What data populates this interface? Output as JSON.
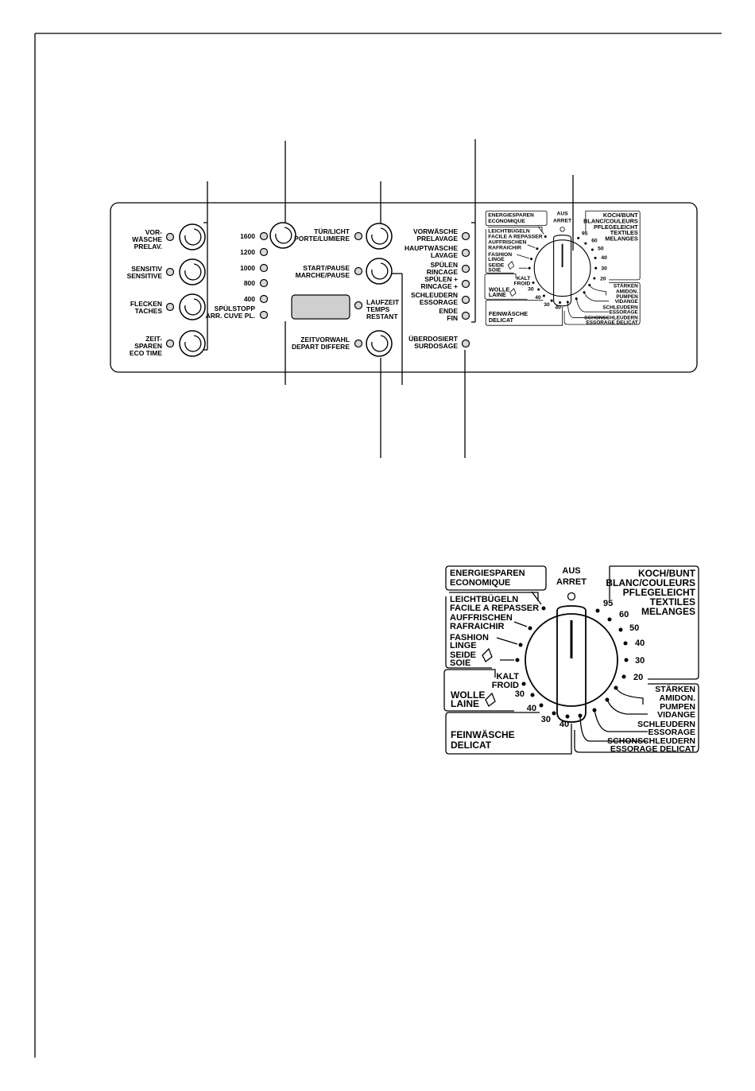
{
  "panel": {
    "left_buttons": [
      {
        "lines": [
          "VOR-",
          "WÄSCHE",
          "PRELAV."
        ]
      },
      {
        "lines": [
          "SENSITIV",
          "SENSITIVE"
        ]
      },
      {
        "lines": [
          "FLECKEN",
          "TACHES"
        ]
      },
      {
        "lines": [
          "ZEIT-",
          "SPAREN",
          "ECO TIME"
        ]
      }
    ],
    "speeds": [
      {
        "lines": [
          "1600"
        ]
      },
      {
        "lines": [
          "1200"
        ]
      },
      {
        "lines": [
          "1000"
        ]
      },
      {
        "lines": [
          "800"
        ]
      },
      {
        "lines": [
          "400"
        ]
      },
      {
        "lines": [
          "SPÜLSTOPP",
          "ARR. CUVE PL."
        ]
      }
    ],
    "door_light": {
      "lines": [
        "TÜR/LICHT",
        "PORTE/LUMIERE"
      ]
    },
    "start_pause": {
      "lines": [
        "START/PAUSE",
        "MARCHE/PAUSE"
      ]
    },
    "delay": {
      "lines": [
        "ZEITVORWAHL",
        "DEPART DIFFERE"
      ]
    },
    "remaining_time": {
      "lines": [
        "LAUFZEIT",
        "TEMPS",
        "RESTANT"
      ]
    },
    "phases": [
      {
        "lines": [
          "VORWÄSCHE",
          "PRELAVAGE"
        ]
      },
      {
        "lines": [
          "HAUPTWÄSCHE",
          "LAVAGE"
        ]
      },
      {
        "lines": [
          "SPÜLEN",
          "RINCAGE"
        ]
      },
      {
        "lines": [
          "SPÜLEN +",
          "RINCAGE +"
        ]
      },
      {
        "lines": [
          "SCHLEUDERN",
          "ESSORAGE"
        ]
      },
      {
        "lines": [
          "ENDE",
          "FIN"
        ]
      }
    ],
    "overdose": {
      "lines": [
        "ÜBERDOSIERT",
        "SURDOSAGE"
      ]
    }
  },
  "dial": {
    "off": {
      "lines": [
        "AUS",
        "ARRET"
      ]
    },
    "group_left_top": {
      "lines": [
        "ENERGIESPAREN",
        "ECONOMIQUE"
      ]
    },
    "group_left_mid": {
      "lines": [
        "LEICHTBÜGELN",
        "FACILE A REPASSER",
        "AUFFRISCHEN",
        "RAFRAICHIR",
        "FASHION",
        "LINGE",
        "SEIDE",
        "SOIE"
      ]
    },
    "group_wool": {
      "lines": [
        "KALT",
        "FROID",
        "30",
        "WOLLE",
        "LAINE",
        "40"
      ]
    },
    "group_delicate": {
      "lines": [
        "30",
        "40",
        "FEINWÄSCHE",
        "DELICAT"
      ]
    },
    "group_cotton": {
      "lines": [
        "KOCH/BUNT",
        "BLANC/COULEURS",
        "PFLEGELEICHT",
        "TEXTILES",
        "MELANGES"
      ]
    },
    "temperatures": [
      "95",
      "60",
      "50",
      "40",
      "30",
      "20"
    ],
    "group_bottom_right": {
      "lines": [
        "STÄRKEN",
        "AMIDON.",
        "PUMPEN",
        "VIDANGE",
        "SCHLEUDERN",
        "ESSORAGE",
        "SCHONSCHLEUDERN",
        "ESSORAGE DELICAT"
      ]
    }
  }
}
